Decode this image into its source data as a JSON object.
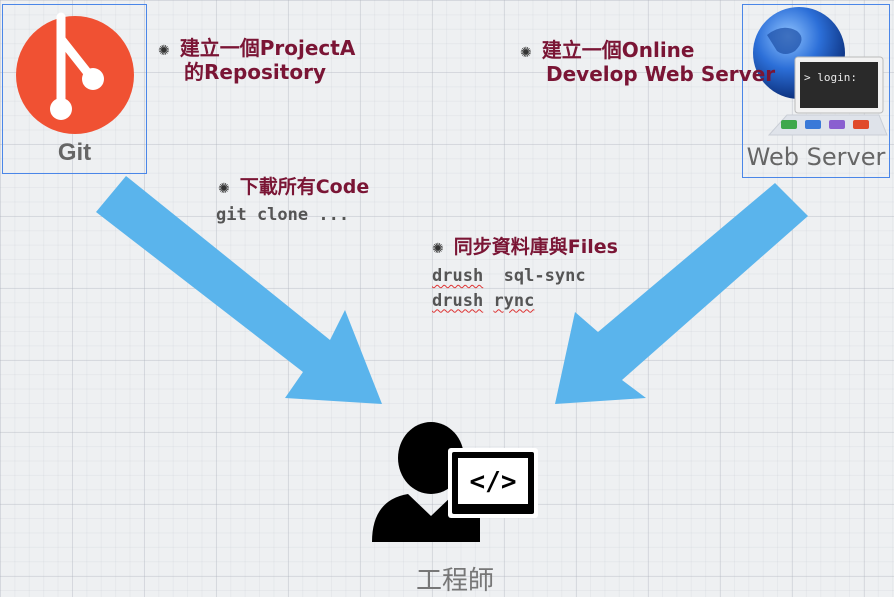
{
  "git": {
    "label": "Git",
    "accent": "#f05133"
  },
  "web_server": {
    "label": "Web Server",
    "terminal_text": "> login:"
  },
  "notes": {
    "create_repo": {
      "line1": "建立一個ProjectA",
      "line2": "的Repository"
    },
    "create_server": {
      "line1": "建立一個Online",
      "line2": "Develop Web Server"
    },
    "download": {
      "title": "下載所有Code",
      "cmd1": "git clone ..."
    },
    "sync": {
      "title": "同步資料庫與Files",
      "cmd1_a": "drush",
      "cmd1_b": "sql-sync",
      "cmd2_a": "drush",
      "cmd2_b": "rync"
    }
  },
  "engineer": {
    "label": "工程師",
    "screen_text": "</>"
  },
  "colors": {
    "arrow": "#5ab4ec",
    "note_text": "#7a1535",
    "box_border": "#4a86e8"
  }
}
